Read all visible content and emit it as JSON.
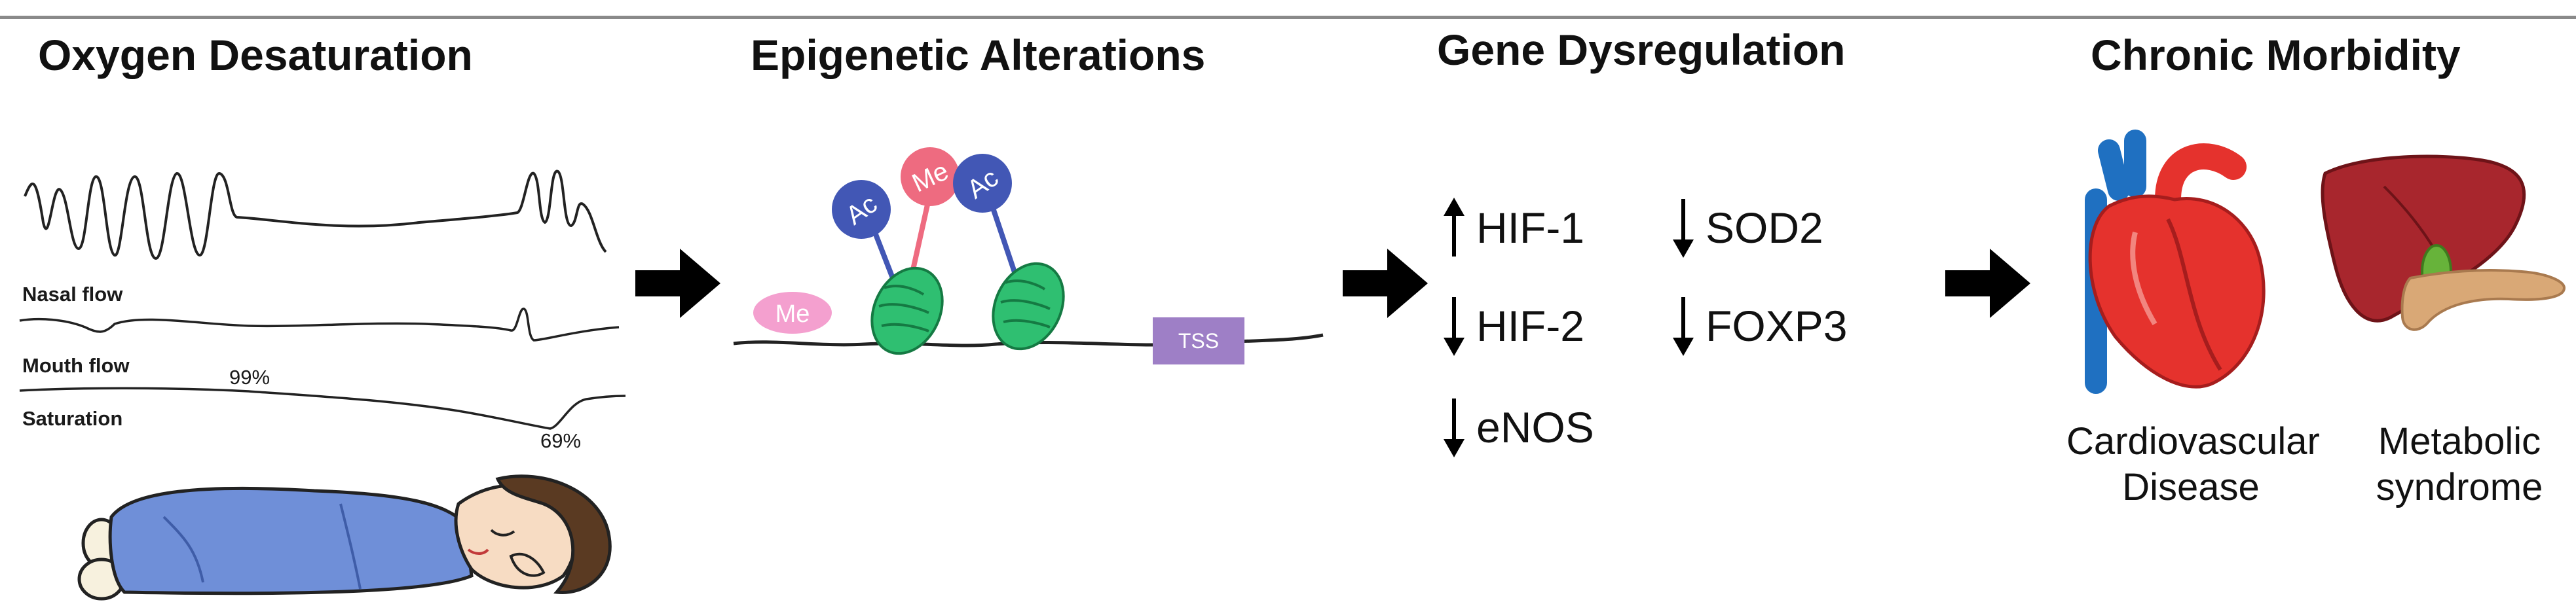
{
  "headings": {
    "oxygen": "Oxygen Desaturation",
    "epigenetic": "Epigenetic Alterations",
    "gene": "Gene Dysregulation",
    "morbidity": "Chronic Morbidity"
  },
  "traces": {
    "nasal_flow": "Nasal flow",
    "mouth_flow": "Mouth flow",
    "saturation": "Saturation",
    "sat_high": "99%",
    "sat_low": "69%"
  },
  "epigenetics": {
    "me_top": "Me",
    "ac_left": "Ac",
    "ac_right": "Ac",
    "me_free": "Me",
    "tss": "TSS"
  },
  "genes": [
    {
      "name": "HIF-1",
      "direction": "up"
    },
    {
      "name": "HIF-2",
      "direction": "down"
    },
    {
      "name": "eNOS",
      "direction": "down"
    },
    {
      "name": "SOD2",
      "direction": "down"
    },
    {
      "name": "FOXP3",
      "direction": "down"
    }
  ],
  "outcomes": {
    "cardio_line1": "Cardiovascular",
    "cardio_line2": "Disease",
    "metabolic_line1": "Metabolic",
    "metabolic_line2": "syndrome"
  },
  "colors": {
    "nucleosome": "#2fbf71",
    "ac_pin": "#4257b5",
    "me_pin": "#ee6b80",
    "me_free": "#f4a0cf",
    "tss_box": "#9e7fc6",
    "heart": "#e5322d",
    "vessel_blue": "#1f70c1",
    "liver": "#a8262d",
    "pancreas": "#d9a876",
    "blanket": "#6f8fd8",
    "hair": "#5a3a22",
    "skin": "#f7dcc3"
  }
}
